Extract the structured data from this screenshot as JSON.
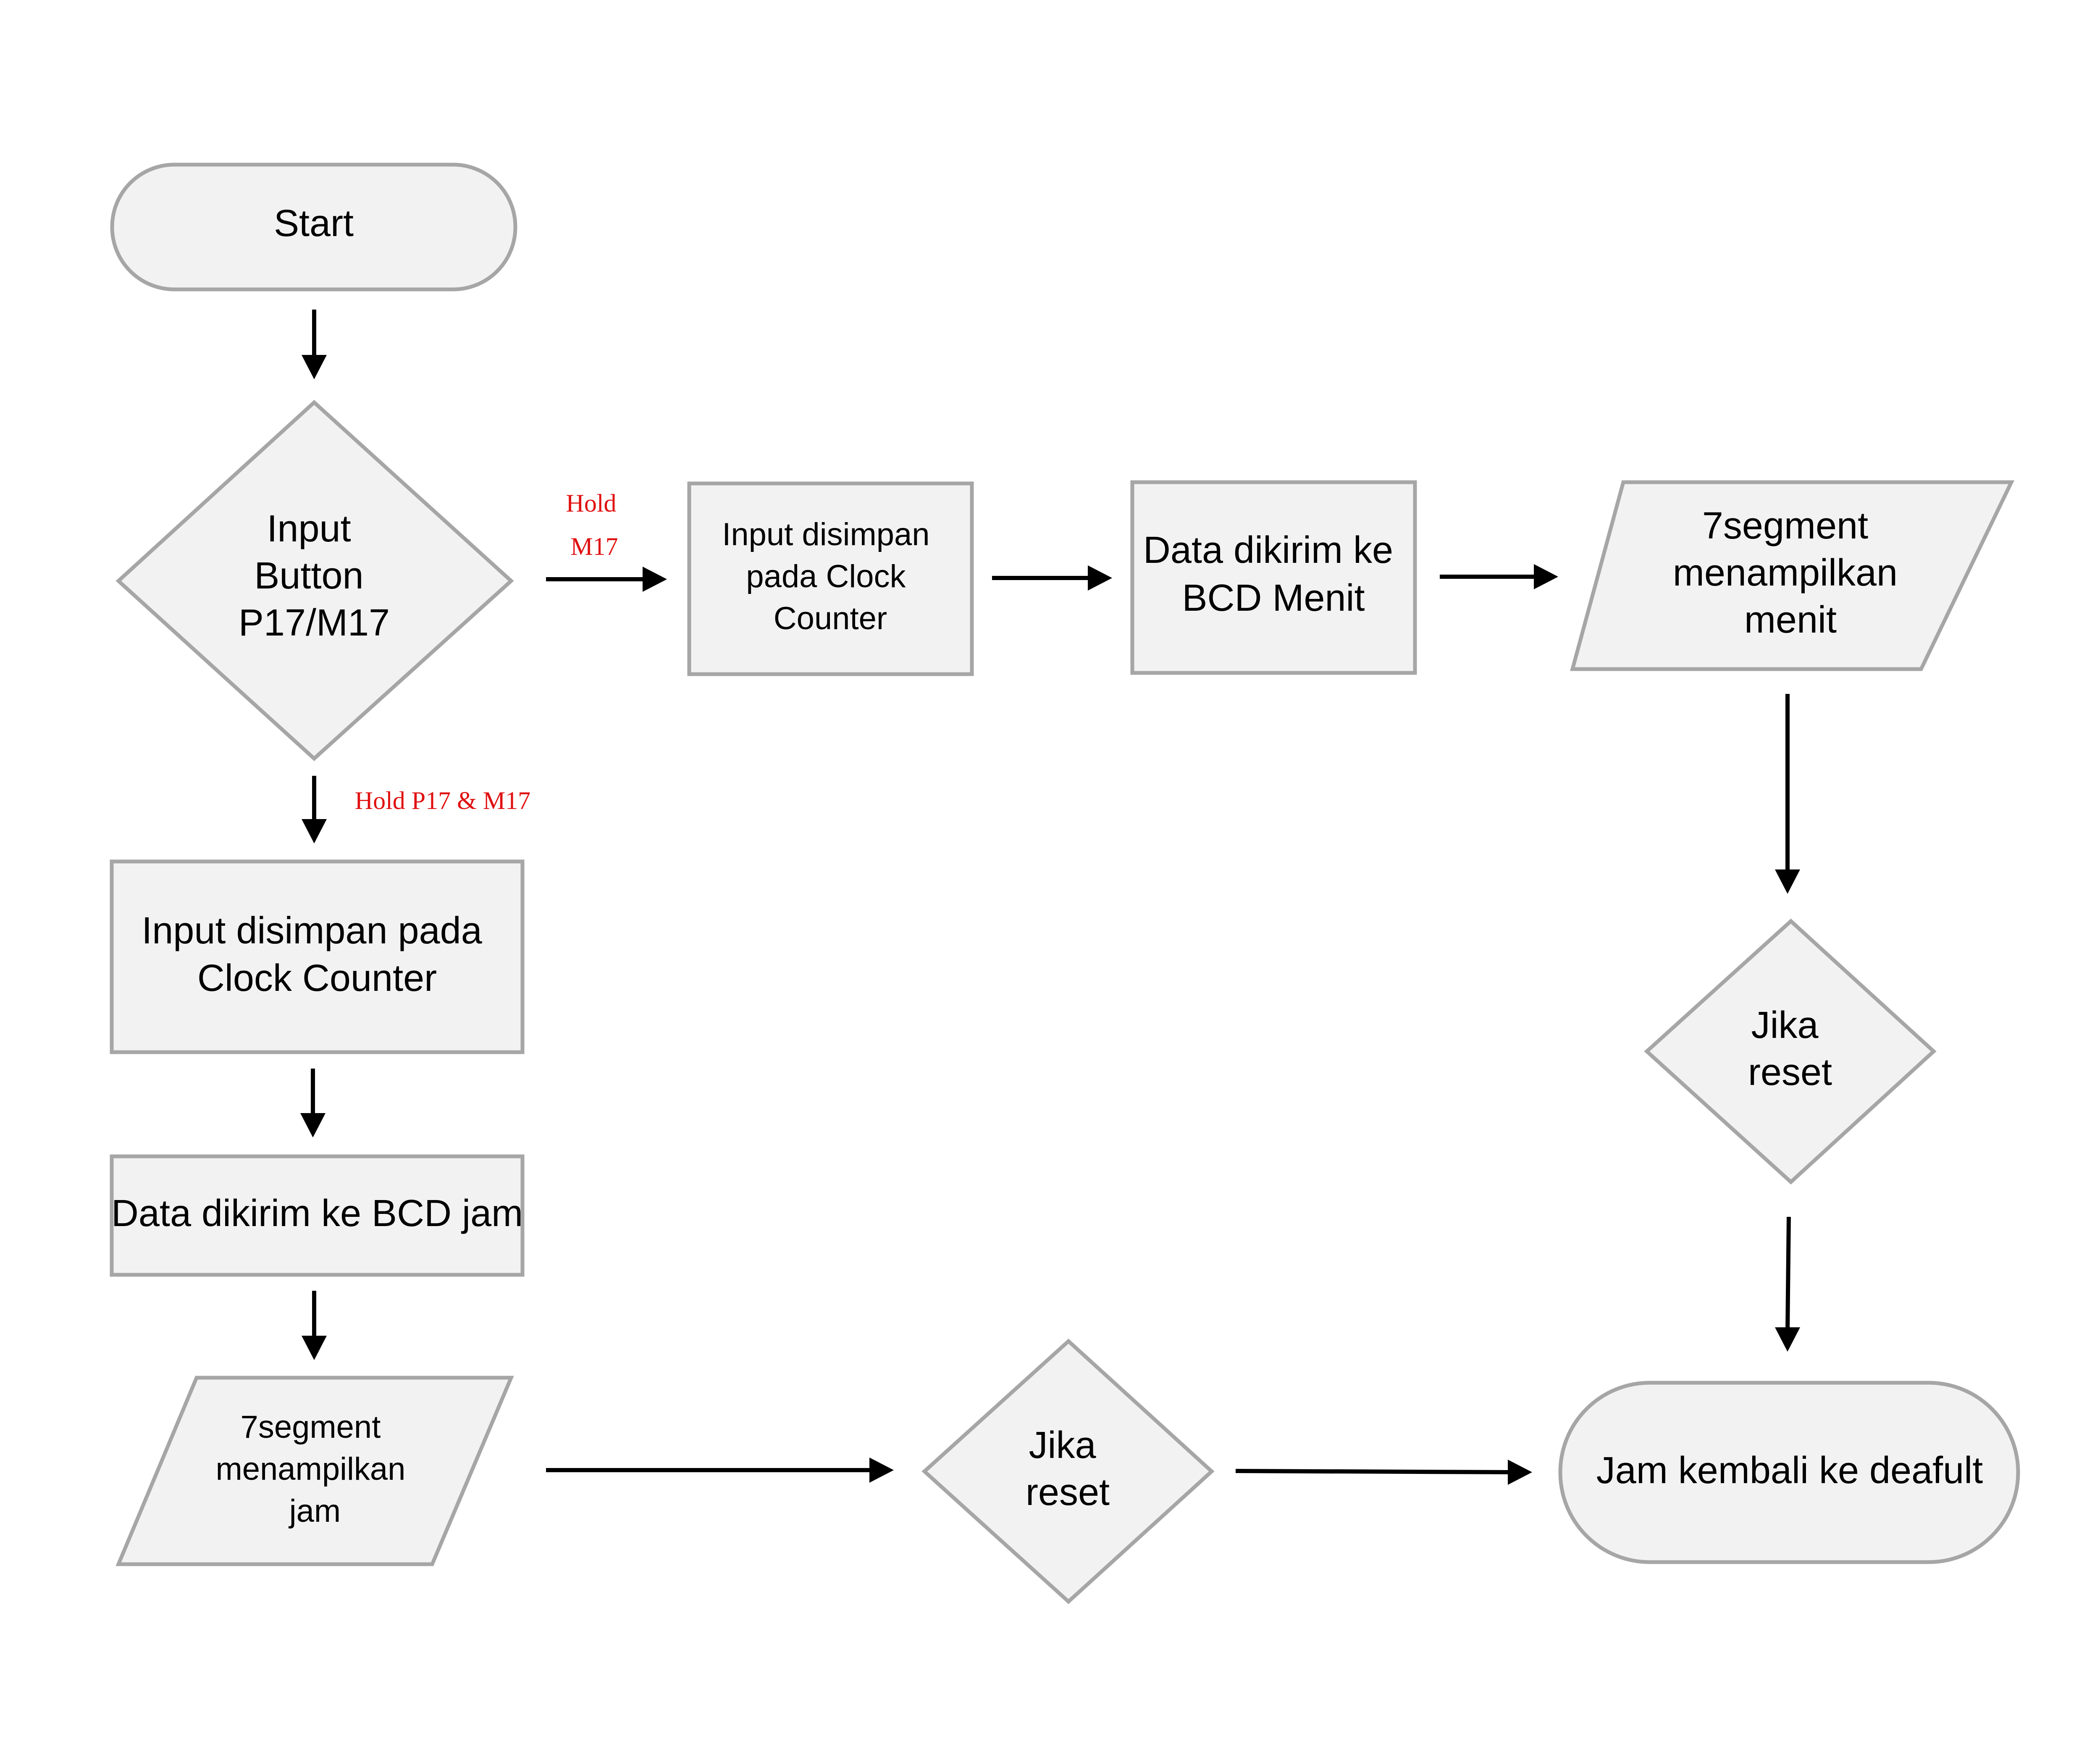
{
  "nodes": {
    "start": {
      "text": "Start"
    },
    "input_button": {
      "lines": [
        "Input",
        "Button",
        "P17/M17"
      ]
    },
    "input_saved_minute": {
      "lines": [
        "Input disimpan",
        "pada Clock",
        "Counter"
      ]
    },
    "data_bcd_minute": {
      "lines": [
        "Data dikirim ke",
        "BCD Menit"
      ]
    },
    "display_minute": {
      "lines": [
        "7segment",
        "menampilkan",
        "menit"
      ]
    },
    "reset_check_right": {
      "lines": [
        "Jika",
        "reset"
      ]
    },
    "input_saved_hour": {
      "lines": [
        "Input disimpan pada",
        "Clock Counter"
      ]
    },
    "data_bcd_hour": {
      "text": "Data dikirim ke BCD jam"
    },
    "display_hour": {
      "lines": [
        "7segment",
        "menampilkan",
        "jam"
      ]
    },
    "reset_check_bottom": {
      "lines": [
        "Jika",
        "reset"
      ]
    },
    "end": {
      "text": "Jam kembali ke deafult"
    }
  },
  "edge_labels": {
    "hold_m17": [
      "Hold",
      "M17"
    ],
    "hold_p17_m17": "Hold P17 & M17"
  },
  "colors": {
    "node_fill": "#f2f2f2",
    "node_stroke": "#a6a6a6",
    "arrow": "#000000",
    "edge_label": "#e01010"
  }
}
